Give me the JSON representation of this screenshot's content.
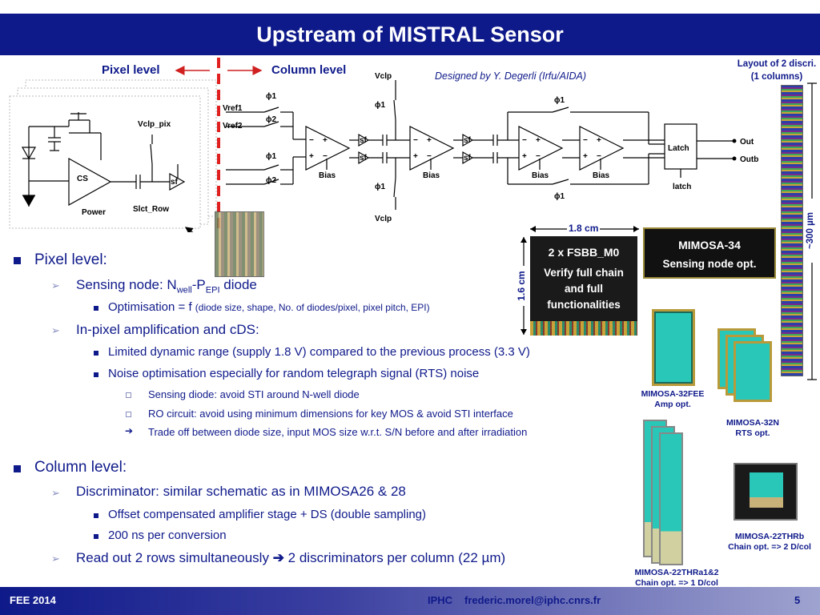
{
  "slide": {
    "title": "Upstream of MISTRAL Sensor",
    "pixel_level_label": "Pixel level",
    "column_level_label": "Column level",
    "credit": "Designed by Y. Degerli (Irfu/AIDA)",
    "layout_caption_1": "Layout of 2 discri.",
    "layout_caption_2": "(1 columns)",
    "layout_height": "~300 µm"
  },
  "schematic": {
    "labels": {
      "vclp_pix": "Vclp_pix",
      "cs": "CS",
      "power": "Power",
      "slct_row": "Slct_Row",
      "sf": "sf",
      "vref1": "Vref1",
      "vref2": "Vref2",
      "phi1": "ϕ1",
      "phi2": "ϕ2",
      "vclp": "Vclp",
      "bias": "Bias",
      "latch": "Latch",
      "latch_in": "latch",
      "out": "Out",
      "outb": "Outb",
      "plus": "+",
      "minus": "−"
    }
  },
  "bullets": {
    "pixel_level": "Pixel level:",
    "sensing_node_pre": "Sensing node: N",
    "sensing_node_sub1": "well",
    "sensing_node_mid": "-P",
    "sensing_node_sub2": "EPI",
    "sensing_node_post": " diode",
    "optimisation": "Optimisation = f ",
    "optimisation_small": "(diode size, shape, No. of diodes/pixel, pixel pitch, EPI)",
    "inpixel": "In-pixel amplification and cDS:",
    "limited_range": "Limited dynamic range (supply 1.8 V) compared to the previous process (3.3 V)",
    "noise_opt": "Noise optimisation especially for random telegraph signal (RTS) noise",
    "sensing_diode": "Sensing diode: avoid STI around N-well diode",
    "ro_circuit": "RO circuit: avoid using minimum dimensions for key MOS & avoid STI interface",
    "trade_off": "Trade off between diode size, input MOS size w.r.t. S/N before and after irradiation",
    "column_level": "Column level:",
    "discriminator": "Discriminator: similar schematic as in MIMOSA26 & 28",
    "offset": "Offset compensated amplifier stage + DS (double sampling)",
    "ns_per_conv": "200 ns per conversion",
    "readout_pre": "Read out 2 rows simultaneously ",
    "readout_post": " 2 discriminators per column (22 µm)"
  },
  "chips": {
    "fsbb_title": "2 x FSBB_M0",
    "fsbb_desc_1": "Verify full chain",
    "fsbb_desc_2": "and full",
    "fsbb_desc_3": "functionalities",
    "fsbb_width": "1.8 cm",
    "fsbb_height": "1.6 cm",
    "m34_title": "MIMOSA-34",
    "m34_desc": "Sensing node opt.",
    "m32fee_1": "MIMOSA-32FEE",
    "m32fee_2": "Amp opt.",
    "m32n_1": "MIMOSA-32N",
    "m32n_2": "RTS opt.",
    "m22thrb_1": "MIMOSA-22THRb",
    "m22thrb_2": "Chain opt. => 2 D/col",
    "m22thra_1": "MIMOSA-22THRa1&2",
    "m22thra_2": "Chain opt. => 1 D/col"
  },
  "footer": {
    "event": "FEE 2014",
    "institute": "IPHC",
    "email": "frederic.morel@iphc.cnrs.fr",
    "page": "5"
  },
  "colors": {
    "title_bar": "#0f1a8a",
    "text_blue": "#0f1a8a",
    "dashed_divider": "#e02020",
    "chip_cyan": "#29c7b8"
  }
}
